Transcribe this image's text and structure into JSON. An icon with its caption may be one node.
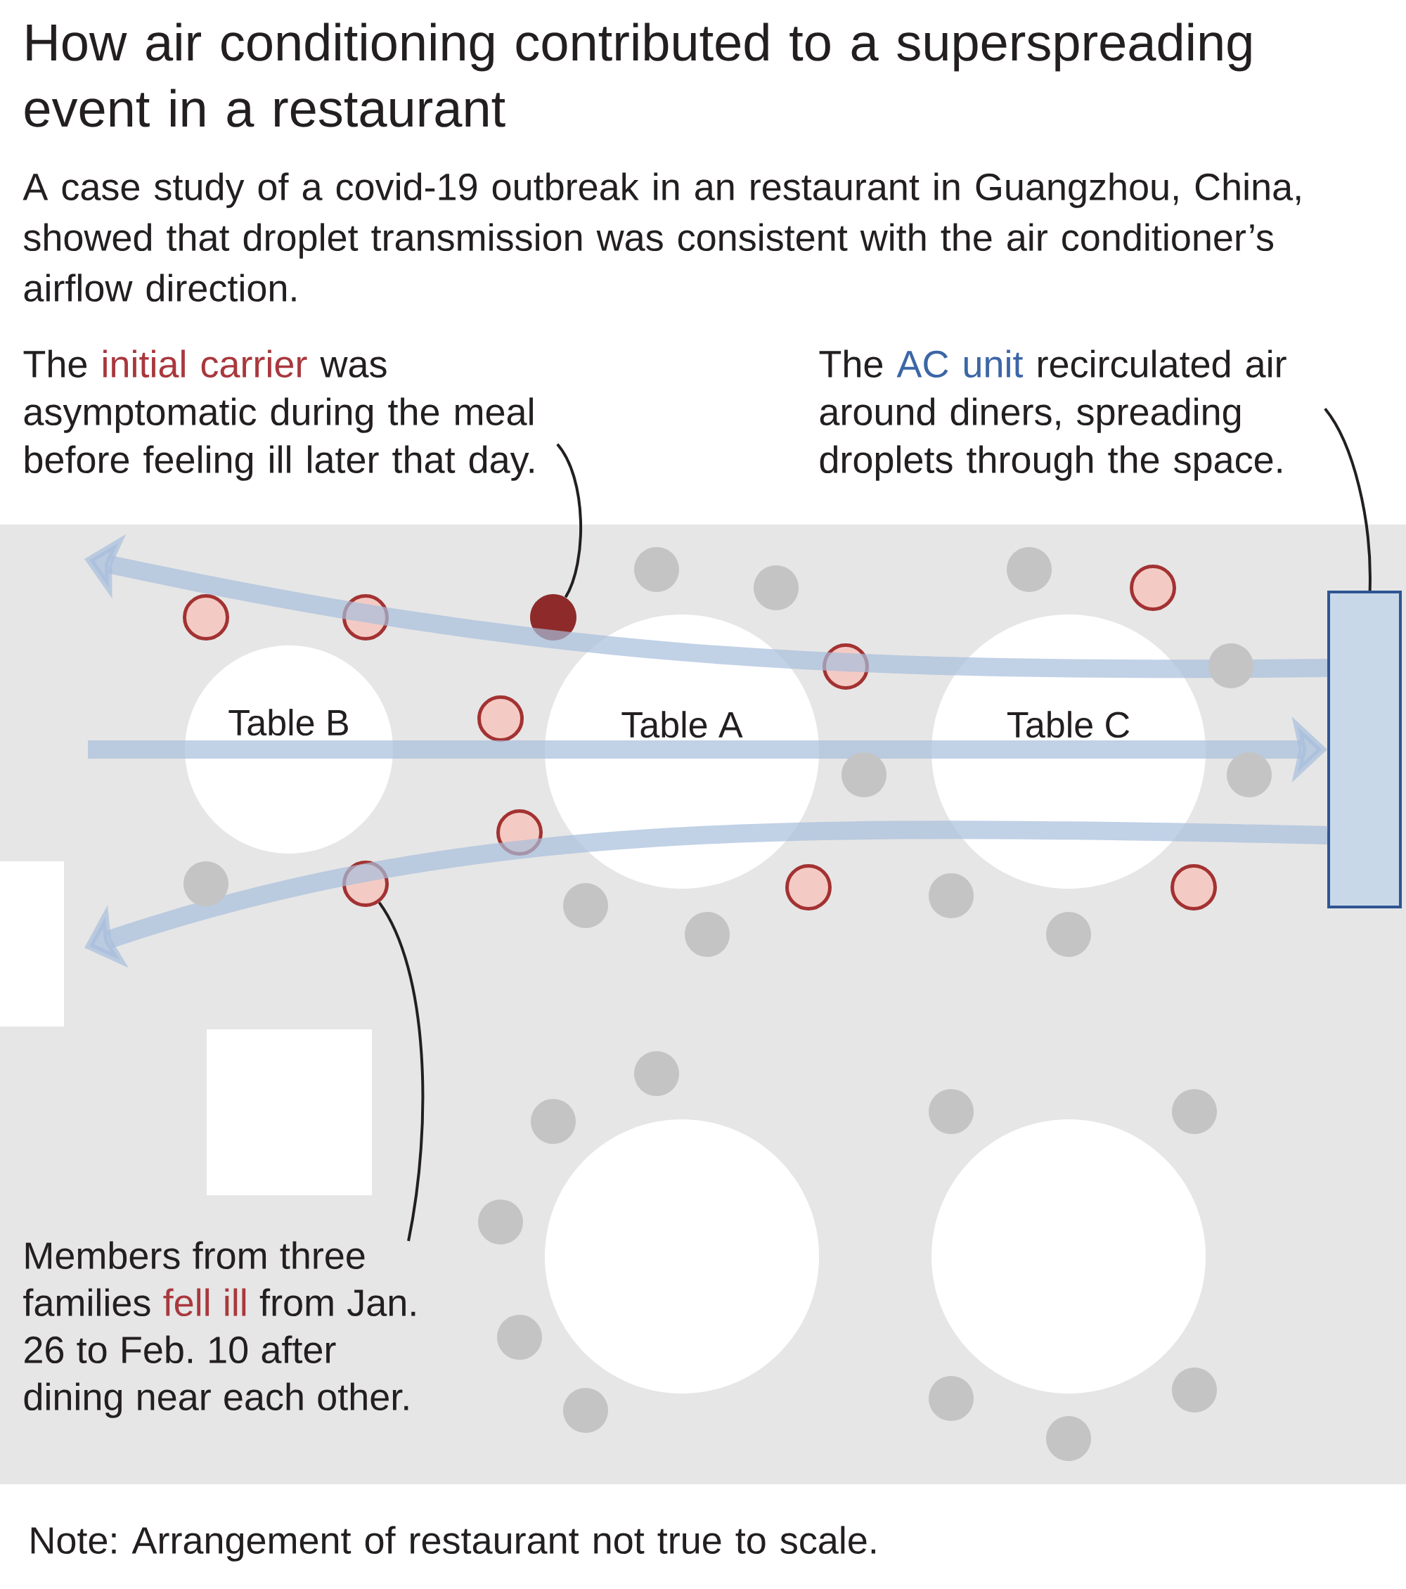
{
  "diagram": {
    "title": "How air conditioning contributed to a superspreading event in a restaurant",
    "nodes": [
      {
        "text": [
          "The **initial carrier** was asymptomatic during the meal before feeling ill later that day."
        ]
      },
      {
        "text": [
          "The **AC unit** recirculated air around diners, spreading droplets through the space."
        ]
      },
      {
        "text": [],
        "shape": "circle"
      },
      {
        "text": [],
        "shape": "circle"
      },
      {
        "text": [],
        "shape": "circle"
      },
      {
        "text": [],
        "shape": "circle"
      },
      {
        "text": [],
        "shape": "box"
      },
      {
        "text": [],
        "shape": "circle"
      },
      {
        "text": [],
        "shape": "circle"
      },
      {
        "text": [
          "Table B"
        ]
      },
      {
        "text": [
          "Table A"
        ]
      },
      {
        "text": [
          "Table C"
        ]
      },
      {
        "text": [],
        "shape": "circle"
      },
      {
        "text": [],
        "shape": "circle"
      },
      {
        "text": [],
        "shape": "circle"
      },
      {
        "text": [],
        "shape": "circle"
      },
      {
        "text": [],
        "shape": "circle"
      },
      {
        "text": [],
        "shape": "circle"
      },
      {
        "text": [
          "Members from three families **fell ill** from Jan. 26 to Feb. 10 after dining near each other."
        ]
      }
    ],
    "edges": [
      {
        "from": 0,
        "to": 4,
        "arrow": "none"
      },
      {
        "from": 1,
        "to": 6,
        "arrow": "none"
      },
      {
        "from": 18,
        "to": 13,
        "arrow": "none"
      },
      {
        "from": 6,
        "to": null,
        "arrow": "to",
        "style": "thick",
        "color": "#a6bddb"
      },
      {
        "from": null,
        "to": 6,
        "arrow": "to",
        "style": "thick",
        "color": "#a6bddb"
      },
      {
        "from": 6,
        "to": null,
        "arrow": "to",
        "style": "thick",
        "color": "#a6bddb"
      }
    ],
    "labels": [
      "A case study of a covid-19 outbreak in an restaurant in Guangzhou, China, showed that droplet transmission was consistent with the air conditioner’s airflow direction.",
      "Note: Arrangement of restaurant not true to scale."
    ]
  }
}
